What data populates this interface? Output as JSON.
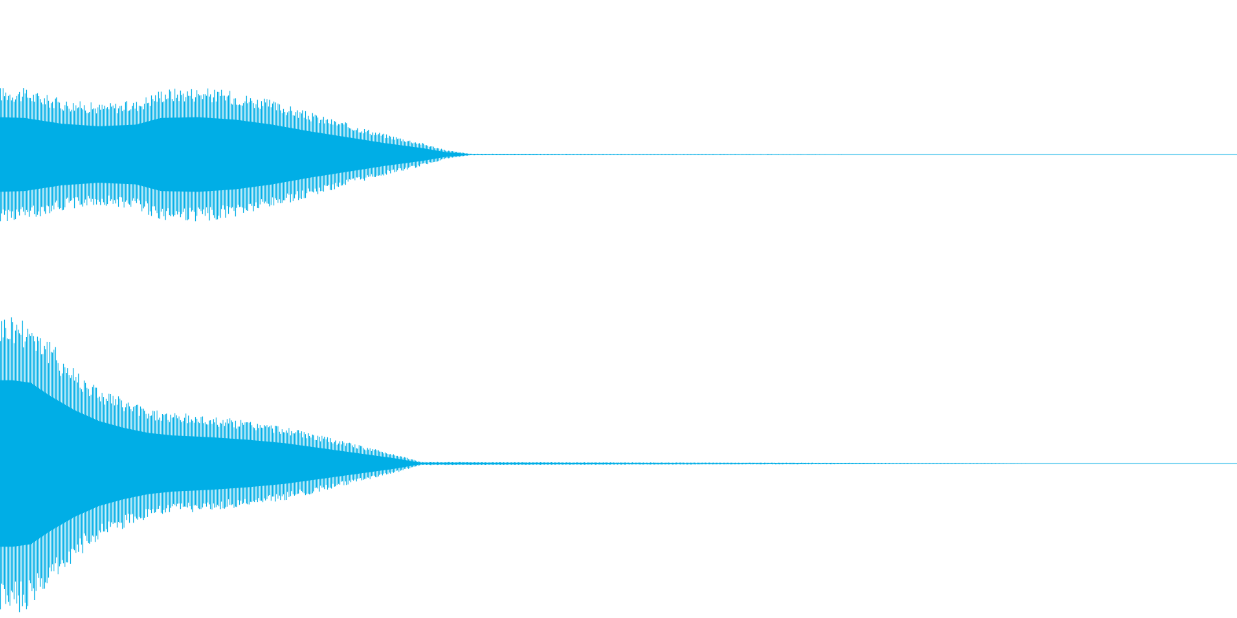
{
  "chart_data": [
    {
      "type": "area",
      "title": "",
      "xlabel": "",
      "ylabel": "",
      "grid": false,
      "legend": "none",
      "color": "#00aee6",
      "ylim": [
        -1,
        1
      ],
      "xlim": [
        0,
        1
      ],
      "series": [
        {
          "x": [
            0.0,
            0.02,
            0.05,
            0.08,
            0.11,
            0.13,
            0.16,
            0.19,
            0.22,
            0.25,
            0.28,
            0.31,
            0.34,
            0.36,
            0.38,
            1.0
          ],
          "envelope": [
            0.9,
            0.88,
            0.74,
            0.68,
            0.72,
            0.88,
            0.9,
            0.84,
            0.72,
            0.56,
            0.42,
            0.28,
            0.16,
            0.06,
            0.01,
            0.0
          ]
        }
      ]
    },
    {
      "type": "area",
      "title": "",
      "xlabel": "",
      "ylabel": "",
      "grid": false,
      "legend": "none",
      "color": "#00aee6",
      "ylim": [
        -1,
        1
      ],
      "xlim": [
        0,
        1
      ],
      "series": [
        {
          "x": [
            0.0,
            0.01,
            0.025,
            0.04,
            0.06,
            0.08,
            0.1,
            0.12,
            0.14,
            0.17,
            0.2,
            0.23,
            0.26,
            0.29,
            0.32,
            0.34,
            1.0
          ],
          "envelope": [
            0.98,
            0.98,
            0.95,
            0.8,
            0.63,
            0.5,
            0.42,
            0.36,
            0.33,
            0.31,
            0.28,
            0.24,
            0.18,
            0.12,
            0.06,
            0.01,
            0.0
          ]
        }
      ]
    }
  ]
}
